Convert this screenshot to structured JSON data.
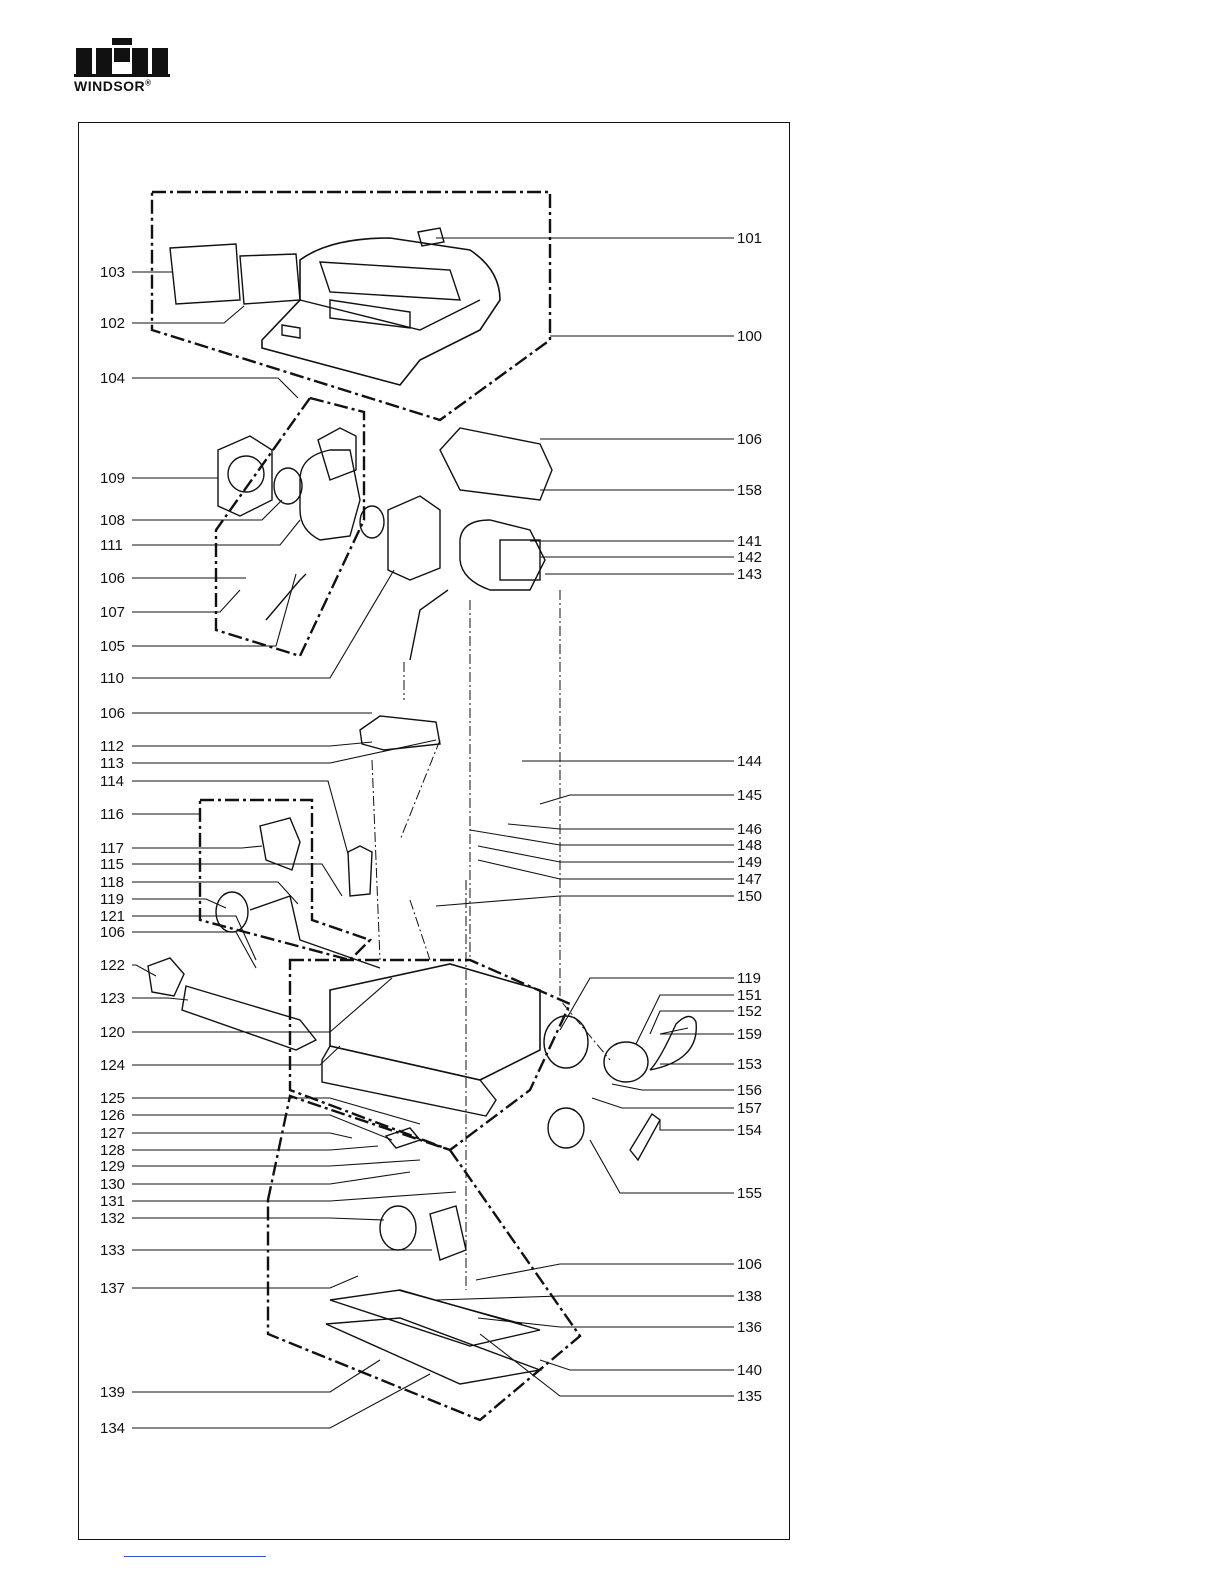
{
  "brand": {
    "name": "WINDSOR",
    "mark": "®"
  },
  "parts_left": [
    "103",
    "102",
    "104",
    "109",
    "108",
    "111",
    "106",
    "107",
    "105",
    "110",
    "106",
    "112",
    "113",
    "114",
    "116",
    "117",
    "115",
    "118",
    "119",
    "121",
    "106",
    "122",
    "123",
    "120",
    "124",
    "125",
    "126",
    "127",
    "128",
    "129",
    "130",
    "131",
    "132",
    "133",
    "137",
    "139",
    "134"
  ],
  "parts_right": [
    "101",
    "100",
    "106",
    "158",
    "141",
    "142",
    "143",
    "144",
    "145",
    "146",
    "148",
    "149",
    "147",
    "150",
    "119",
    "151",
    "152",
    "159",
    "153",
    "156",
    "157",
    "154",
    "155",
    "106",
    "138",
    "136",
    "140",
    "135"
  ],
  "colors": {
    "ink": "#111111",
    "link": "#3355cc"
  }
}
